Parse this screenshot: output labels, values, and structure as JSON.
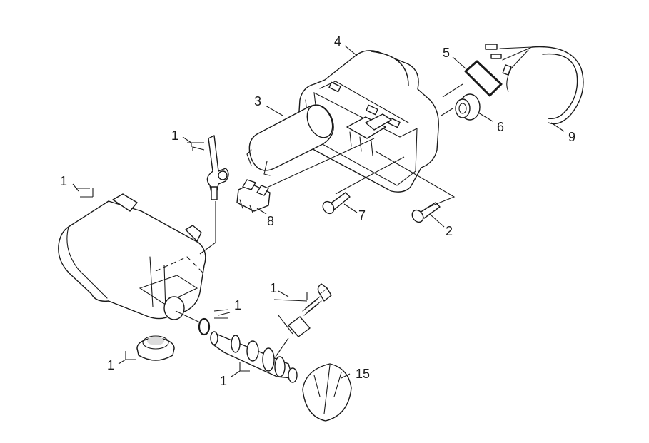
{
  "labels": {
    "part_1_a": "1",
    "part_1_b": "1",
    "part_1_c": "1",
    "part_1_d": "1",
    "part_1_e": "1",
    "part_1_f": "1",
    "part_2": "2",
    "part_3": "3",
    "part_4": "4",
    "part_5": "5",
    "part_6": "6",
    "part_7": "7",
    "part_8": "8",
    "part_9": "9",
    "part_15": "15"
  }
}
